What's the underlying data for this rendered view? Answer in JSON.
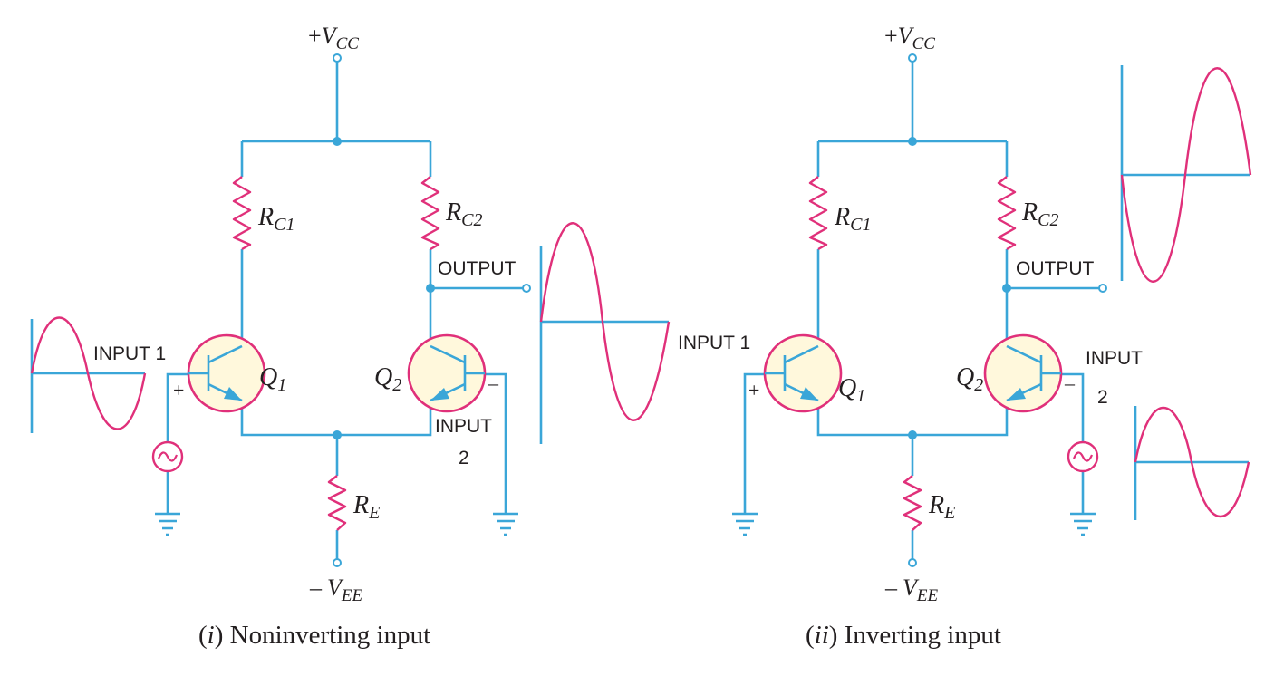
{
  "diagrams": [
    {
      "vcc": {
        "sign": "+",
        "symbol": "V",
        "sub": "CC"
      },
      "vee": {
        "sign": "–",
        "symbol": "V",
        "sub": "EE"
      },
      "rc1": {
        "symbol": "R",
        "sub": "C1"
      },
      "rc2": {
        "symbol": "R",
        "sub": "C2"
      },
      "re": {
        "symbol": "R",
        "sub": "E"
      },
      "q1": {
        "symbol": "Q",
        "sub": "1"
      },
      "q2": {
        "symbol": "Q",
        "sub": "2"
      },
      "input1": "INPUT 1",
      "input2_line1": "INPUT",
      "input2_line2": "2",
      "output": "OUTPUT",
      "plus": "+",
      "minus": "–",
      "caption_num": "i",
      "caption_text": " Noninverting input"
    },
    {
      "vcc": {
        "sign": "+",
        "symbol": "V",
        "sub": "CC"
      },
      "vee": {
        "sign": "–",
        "symbol": "V",
        "sub": "EE"
      },
      "rc1": {
        "symbol": "R",
        "sub": "C1"
      },
      "rc2": {
        "symbol": "R",
        "sub": "C2"
      },
      "re": {
        "symbol": "R",
        "sub": "E"
      },
      "q1": {
        "symbol": "Q",
        "sub": "1"
      },
      "q2": {
        "symbol": "Q",
        "sub": "2"
      },
      "input1": "INPUT 1",
      "input2_line1": "INPUT",
      "input2_line2": "2",
      "output": "OUTPUT",
      "plus": "+",
      "minus": "–",
      "caption_num": "ii",
      "caption_text": " Inverting input"
    }
  ],
  "colors": {
    "wire": "#3aa6d8",
    "component": "#e0307a",
    "transistor_fill": "#fff8dc",
    "text": "#231f20"
  }
}
